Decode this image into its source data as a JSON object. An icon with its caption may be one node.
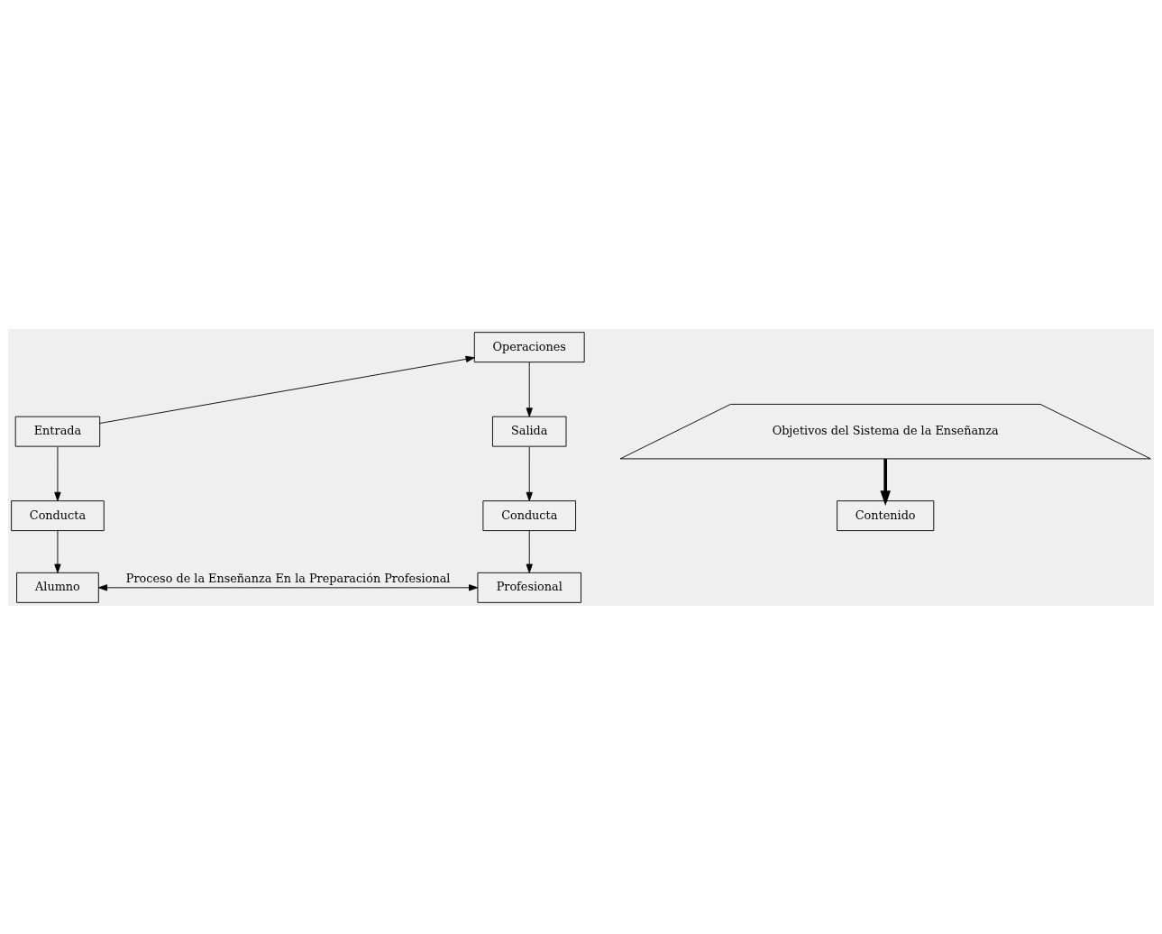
{
  "diagram": {
    "nodes": [
      {
        "text": [
          "Operaciones"
        ]
      },
      {
        "text": [
          "Entrada"
        ]
      },
      {
        "text": [
          "Salida"
        ]
      },
      {
        "text": [
          "Objetivos del Sistema de la Enseñanza"
        ]
      },
      {
        "text": [
          "Conducta"
        ]
      },
      {
        "text": [
          "Contenido"
        ]
      },
      {
        "text": [
          "Conducta"
        ]
      },
      {
        "text": [
          "Alumno"
        ]
      },
      {
        "text": [
          "Profesional"
        ]
      }
    ],
    "edges": [
      {
        "from": 1,
        "to": 0,
        "arrow": "to"
      },
      {
        "from": 0,
        "to": 2,
        "arrow": "to"
      },
      {
        "from": 1,
        "to": 4,
        "arrow": "to"
      },
      {
        "from": 2,
        "to": 6,
        "arrow": "to"
      },
      {
        "from": 3,
        "to": 5,
        "arrow": "to",
        "style": "thick"
      },
      {
        "from": 4,
        "to": 7,
        "arrow": "to"
      },
      {
        "from": 6,
        "to": 8,
        "arrow": "to"
      },
      {
        "from": 7,
        "to": 8,
        "arrow": "both",
        "label": "Proceso de la Enseñanza En la Preparación Profesional"
      }
    ]
  }
}
